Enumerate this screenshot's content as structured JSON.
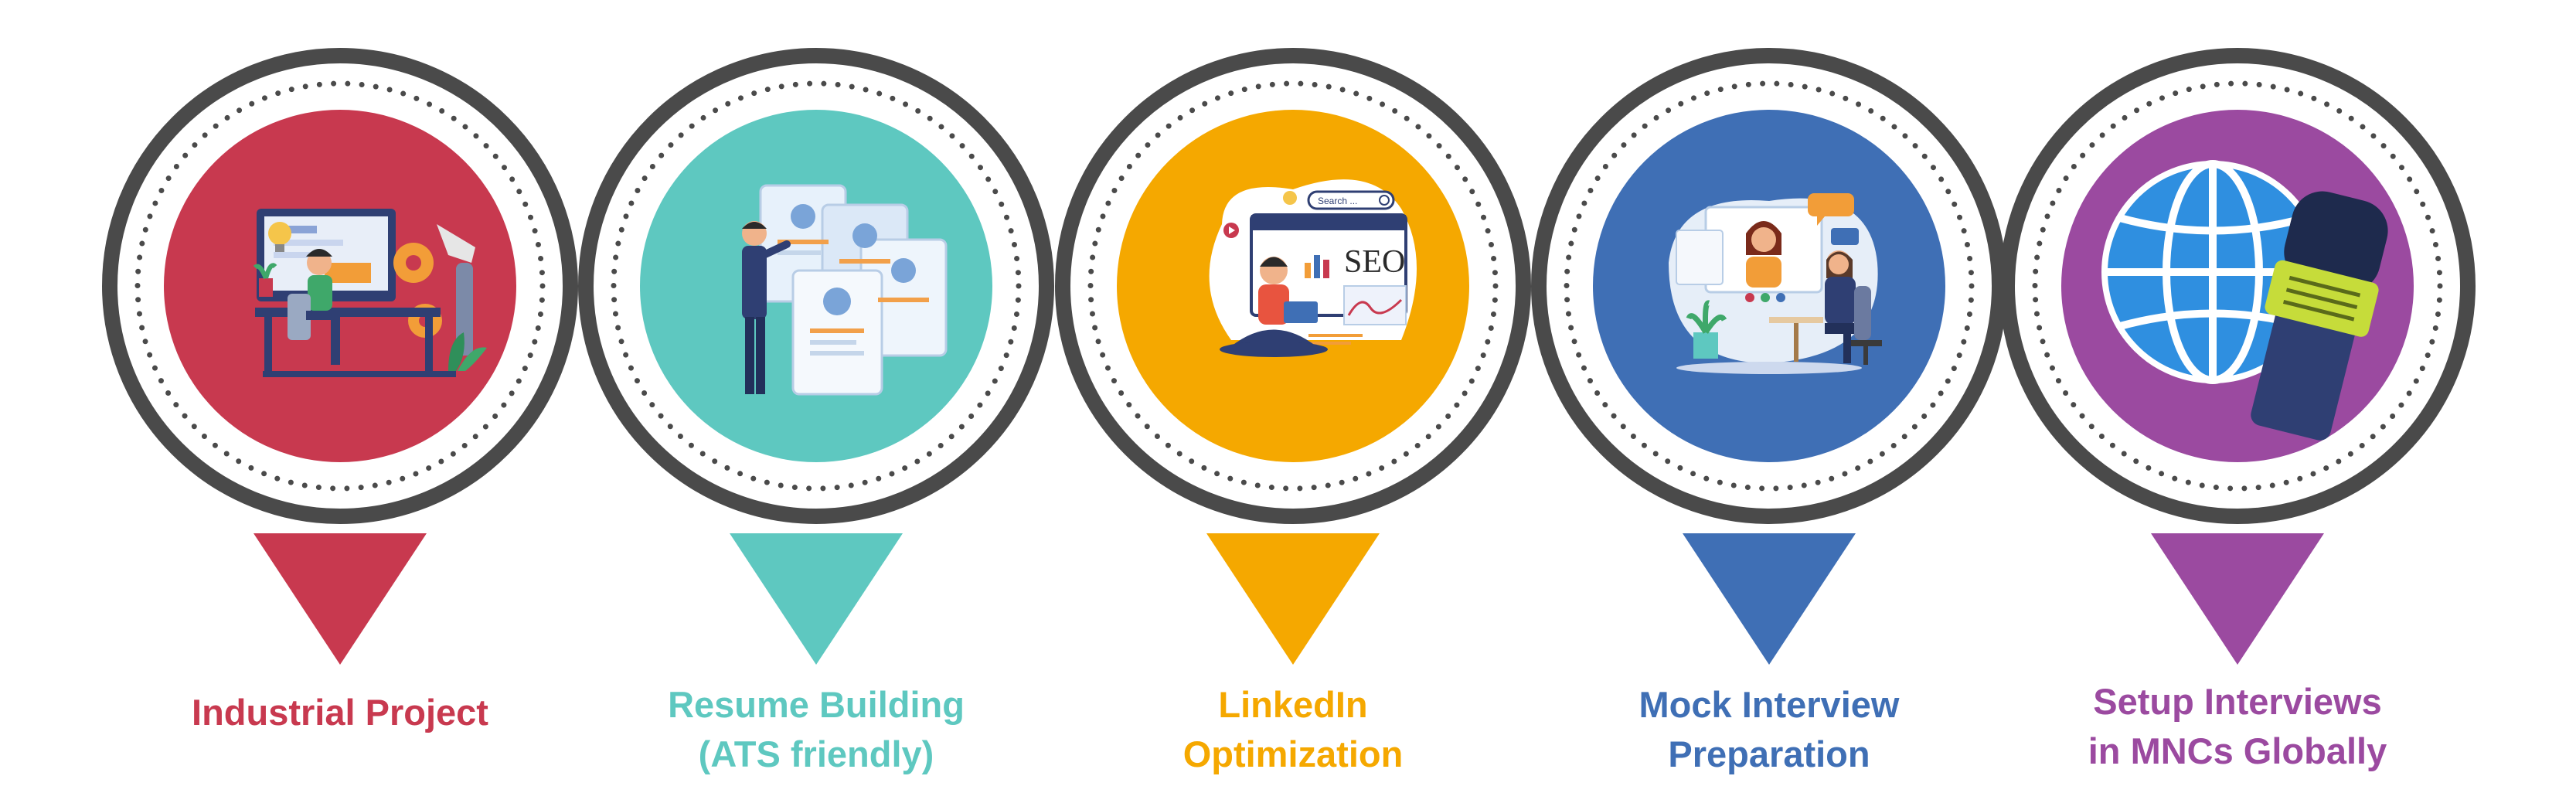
{
  "ring_color": "#4a4a4a",
  "steps": [
    {
      "id": "industrial-project",
      "label_lines": [
        "Industrial Project"
      ],
      "color": "#c8394f",
      "icon": "engineer-at-workstation-icon"
    },
    {
      "id": "resume-building",
      "label_lines": [
        "Resume Building",
        "(ATS friendly)"
      ],
      "color": "#5ec8c0",
      "icon": "resume-documents-icon"
    },
    {
      "id": "linkedin-optimization",
      "label_lines": [
        "LinkedIn",
        "Optimization"
      ],
      "color": "#f5a800",
      "icon": "seo-laptop-icon",
      "icon_text": "SEO",
      "search_text": "Search ..."
    },
    {
      "id": "mock-interview",
      "label_lines": [
        "Mock Interview",
        "Preparation"
      ],
      "color": "#3f6fb5",
      "icon": "video-interview-icon"
    },
    {
      "id": "setup-interviews",
      "label_lines": [
        "Setup Interviews",
        "in MNCs Globally"
      ],
      "color": "#9b4aa0",
      "icon": "globe-microphone-icon"
    }
  ]
}
